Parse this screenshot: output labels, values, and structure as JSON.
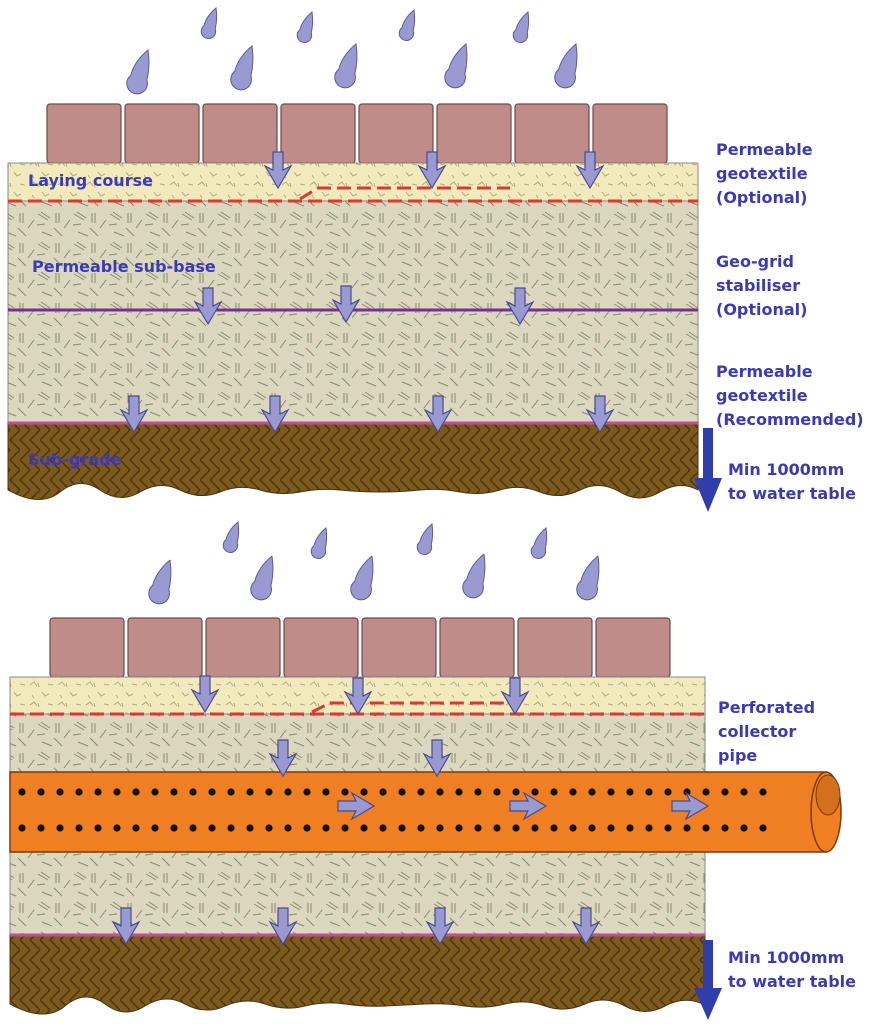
{
  "top_diagram": {
    "layer_labels": {
      "laying_course": "Laying course",
      "sub_base": "Permeable sub-base",
      "sub_grade": "Sub-grade"
    },
    "side_labels": {
      "geotextile_optional": [
        "Permeable",
        "geotextile",
        "(Optional)"
      ],
      "geogrid_optional": [
        "Geo-grid",
        "stabiliser",
        "(Optional)"
      ],
      "geotextile_recommended": [
        "Permeable",
        "geotextile",
        "(Recommended)"
      ],
      "water_table": [
        "Min 1000mm",
        "to water table"
      ]
    }
  },
  "bottom_diagram": {
    "side_labels": {
      "collector_pipe": [
        "Perforated",
        "collector",
        "pipe"
      ],
      "water_table": [
        "Min 1000mm",
        "to water table"
      ]
    }
  },
  "colors": {
    "paver": "#c08c8a",
    "laying_course": "#f2eabc",
    "sub_base": "#dcd8c0",
    "sub_grade": "#7c5a1e",
    "raindrop": "#9a9ad2",
    "geotextile_optional": "#d83a32",
    "geogrid": "#7a2e98",
    "geotextile_recommended": "#c84aa0",
    "pipe": "#f07e22",
    "arrow": "#2f3ea8",
    "label_text": "#3a3ab4"
  }
}
